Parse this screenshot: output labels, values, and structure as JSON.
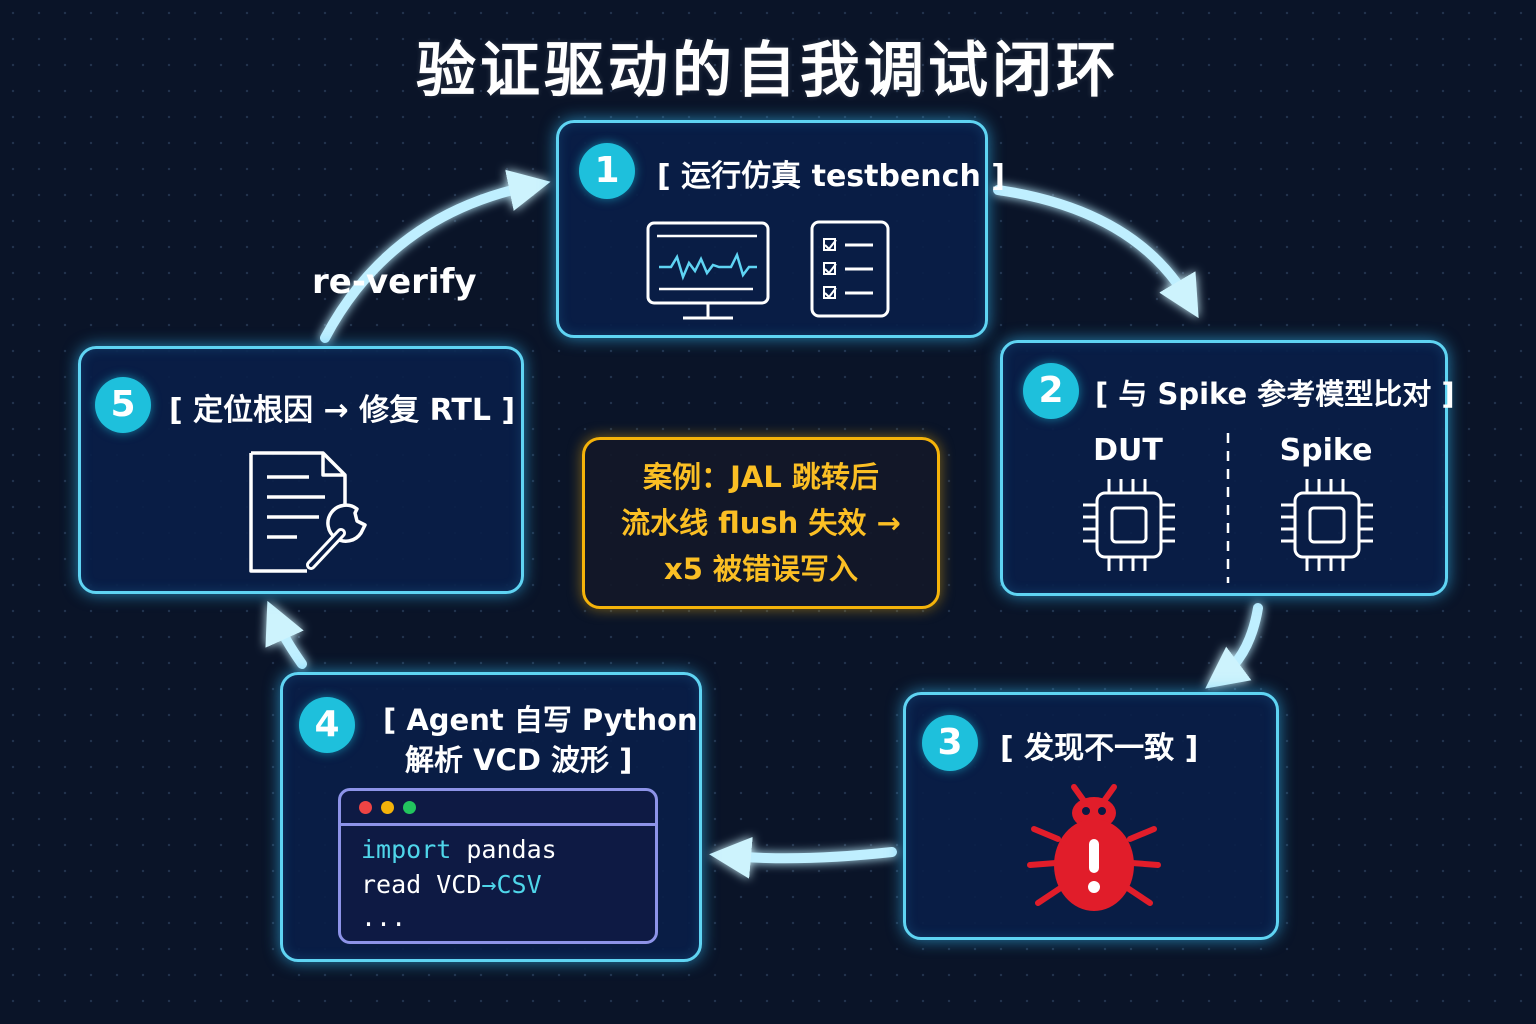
{
  "title": "验证驱动的自我调试闭环",
  "colors": {
    "accent": "#5fd4f3",
    "badge": "#1ec0dc",
    "highlight": "#f5b30a",
    "bug": "#e11d2a",
    "background": "#0a1428"
  },
  "steps": [
    {
      "number": "1",
      "title": "[ 运行仿真 testbench ]",
      "icons": [
        "waveform-monitor-icon",
        "checklist-icon"
      ]
    },
    {
      "number": "2",
      "title": "[ 与 Spike 参考模型比对 ]",
      "left_label": "DUT",
      "right_label": "Spike",
      "icons": [
        "chip-icon",
        "chip-icon"
      ]
    },
    {
      "number": "3",
      "title": "[ 发现不一致 ]",
      "icons": [
        "bug-alert-icon"
      ]
    },
    {
      "number": "4",
      "title_line1": "[ Agent 自写 Python",
      "title_line2": "解析 VCD 波形 ]",
      "code": {
        "line1_kw": "import",
        "line1_rest": " pandas",
        "line2_a": "read VCD",
        "line2_b": "→CSV",
        "line3": "..."
      }
    },
    {
      "number": "5",
      "title": "[ 定位根因 → 修复 RTL ]",
      "icons": [
        "document-wrench-icon"
      ]
    }
  ],
  "loop_label": "re-verify",
  "case_note": {
    "line1": "案例：JAL 跳转后",
    "line2": "流水线 flush 失效 →",
    "line3": "x5 被错误写入"
  }
}
